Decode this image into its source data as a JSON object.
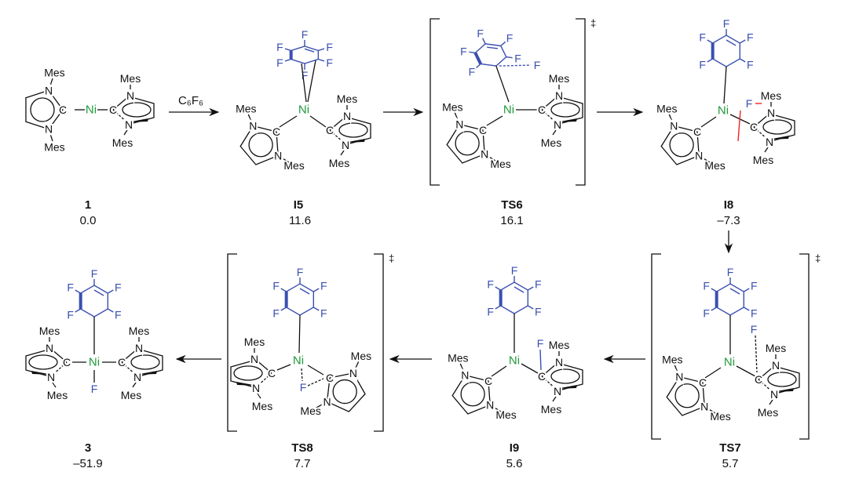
{
  "atoms": {
    "Ni": "Ni",
    "C": "C",
    "N": "N",
    "Mes": "Mes",
    "F": "F"
  },
  "reagent": "C₆F₆",
  "ts_marker": "‡",
  "compounds": [
    {
      "id": "1",
      "label": "1",
      "energy": "0.0"
    },
    {
      "id": "I5",
      "label": "I5",
      "energy": "11.6"
    },
    {
      "id": "TS6",
      "label": "TS6",
      "energy": "16.1"
    },
    {
      "id": "I8",
      "label": "I8",
      "energy": "–7.3"
    },
    {
      "id": "TS7",
      "label": "TS7",
      "energy": "5.7"
    },
    {
      "id": "I9",
      "label": "I9",
      "energy": "5.6"
    },
    {
      "id": "TS8",
      "label": "TS8",
      "energy": "7.7"
    },
    {
      "id": "3",
      "label": "3",
      "energy": "–51.9"
    }
  ],
  "colors": {
    "nickel": "#1f9a3a",
    "fluoroaryl": "#3a4fb0",
    "highlight": "#e22222"
  }
}
